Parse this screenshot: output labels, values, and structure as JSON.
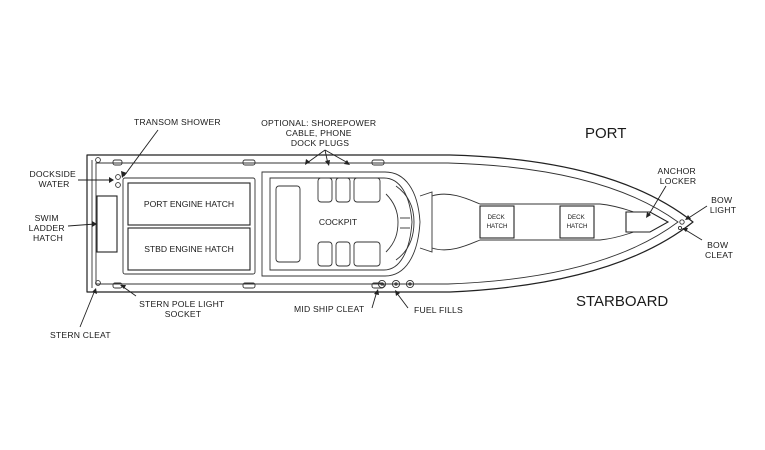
{
  "diagram": {
    "sides": {
      "port": "PORT",
      "starboard": "STARBOARD"
    },
    "labels": {
      "transom_shower": "TRANSOM SHOWER",
      "shorepower": [
        "OPTIONAL: SHOREPOWER",
        "CABLE, PHONE",
        "DOCK PLUGS"
      ],
      "dockside_water": [
        "DOCKSIDE",
        "WATER"
      ],
      "swim_ladder_hatch": [
        "SWIM",
        "LADDER",
        "HATCH"
      ],
      "stern_cleat": "STERN CLEAT",
      "stern_pole_light_socket": [
        "STERN POLE LIGHT",
        "SOCKET"
      ],
      "mid_ship_cleat": "MID SHIP CLEAT",
      "fuel_fills": "FUEL FILLS",
      "anchor_locker": [
        "ANCHOR",
        "LOCKER"
      ],
      "bow_light": [
        "BOW",
        "LIGHT"
      ],
      "bow_cleat": [
        "BOW",
        "CLEAT"
      ]
    },
    "compartments": {
      "port_engine_hatch": "PORT ENGINE HATCH",
      "stbd_engine_hatch": "STBD ENGINE HATCH",
      "cockpit": "COCKPIT",
      "deck_hatch_1": [
        "DECK",
        "HATCH"
      ],
      "deck_hatch_2": [
        "DECK",
        "HATCH"
      ]
    }
  }
}
